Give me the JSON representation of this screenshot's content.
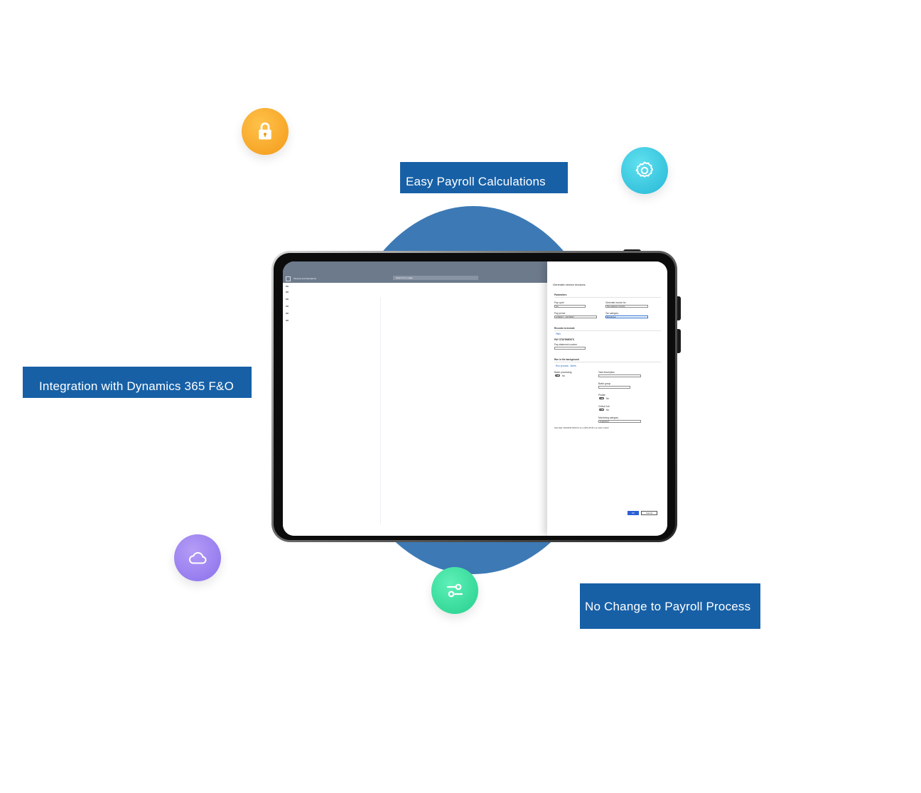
{
  "labels": {
    "payroll": "Easy Payroll Calculations",
    "dynamics": "Integration with Dynamics 365 F&O",
    "nochange": "No Change to Payroll Process"
  },
  "icons": {
    "lock": "lock-icon",
    "gear": "gear-icon",
    "cloud": "cloud-icon",
    "slider": "slider-icon"
  },
  "colors": {
    "label_bg": "#1760a6",
    "circle_bg": "#3d7ab5",
    "lock_orb": "#f39a1a",
    "gear_orb": "#26b8d6",
    "cloud_orb": "#8a70ec",
    "slider_orb": "#25cf8c"
  },
  "app": {
    "name": "Finance and Operations",
    "search_placeholder": "Search for a page"
  },
  "panel": {
    "title": "Generate vendor invoices",
    "parameters_heading": "Parameters",
    "pay_cycle_label": "Pay cycle",
    "pay_cycle_value": "Ivo",
    "generate_invoice_label": "Generate invoice for",
    "generate_invoice_value": "Tax category invoice",
    "pay_period_label": "Pay period",
    "pay_period_value": "1/4/2017 - 1/17/2017",
    "tax_category_label": "Tax category",
    "tax_category_value": "Employee",
    "records_heading": "Records to include",
    "filter_link": "Filter",
    "pay_statements_heading": "PAY STATEMENTS",
    "pay_statement_number_label": "Pay statement number",
    "run_background_heading": "Run in the background",
    "run_background_links": "Run process · Alerts",
    "batch_processing_label": "Batch processing",
    "batch_processing_value": "No",
    "task_description_label": "Task description",
    "batch_group_label": "Batch group",
    "private_label": "Private",
    "private_value": "No",
    "critical_job_label": "Critical Job",
    "critical_job_value": "No",
    "monitoring_category_label": "Monitoring category",
    "monitoring_category_value": "Undefined",
    "start_date_text": "Start date: 5/23/2019 09:09:47 am | GMT+05:30 | run load: 2 batch",
    "ok_label": "OK",
    "cancel_label": "Cancel"
  }
}
